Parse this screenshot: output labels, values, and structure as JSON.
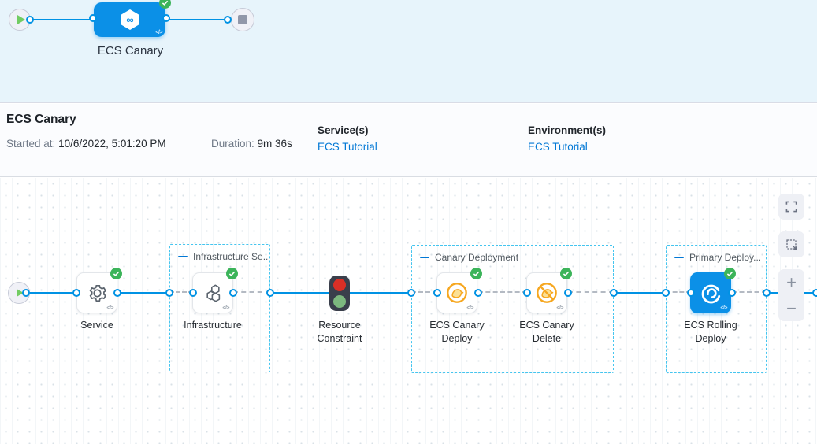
{
  "banner": {
    "stage_label": "ECS Canary"
  },
  "run_header": {
    "title": "ECS Canary",
    "started": {
      "label": "Started at:",
      "value": "10/6/2022, 5:01:20 PM"
    },
    "duration": {
      "label": "Duration:",
      "value": "9m 36s"
    },
    "services": {
      "label": "Service(s)",
      "value": "ECS Tutorial"
    },
    "environments": {
      "label": "Environment(s)",
      "value": "ECS Tutorial"
    }
  },
  "graph": {
    "code_glyph": "</>",
    "stages": [
      {
        "label": "Infrastructure Se..."
      },
      {
        "label": "Canary Deployment"
      },
      {
        "label": "Primary Deploy..."
      }
    ],
    "nodes": [
      {
        "label": "Service",
        "status": "success"
      },
      {
        "label": "Infrastructure",
        "status": "success"
      },
      {
        "label": "Resource Constraint",
        "status": "none"
      },
      {
        "label": "ECS Canary Deploy",
        "status": "success"
      },
      {
        "label": "ECS Canary Delete",
        "status": "success"
      },
      {
        "label": "ECS Rolling Deploy",
        "status": "success"
      }
    ],
    "controls": {
      "zoom_in": "+",
      "zoom_out": "−"
    }
  },
  "colors": {
    "accent_blue": "#0092e4",
    "node_blue": "#0b90e7",
    "link_blue": "#0278d5",
    "success_green": "#3cb45a",
    "canary_amber": "#f6a720",
    "banner_bg": "#e7f4fb",
    "stage_border": "#45c5ef"
  }
}
